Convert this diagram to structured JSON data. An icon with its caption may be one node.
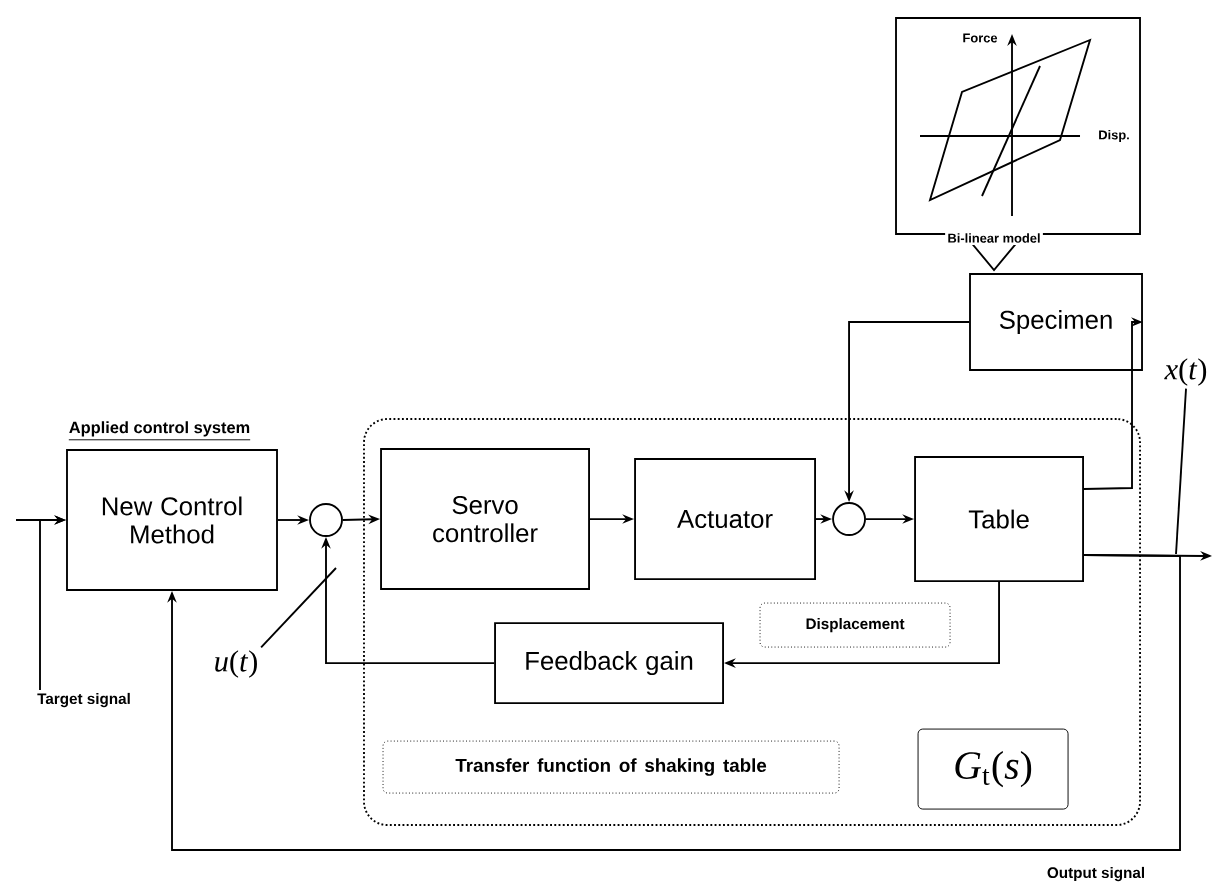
{
  "diagram": {
    "nodes": [
      {
        "text": [
          "Applied control system",
          "New Control Method"
        ]
      },
      {
        "text": [],
        "shape": "circle"
      },
      {
        "text": [],
        "shape": "box"
      },
      {
        "text": [
          "Servo controller"
        ],
        "in": 2
      },
      {
        "text": [
          "Actuator"
        ],
        "in": 2
      },
      {
        "text": [],
        "shape": "circle",
        "in": 2
      },
      {
        "text": [
          "Table"
        ],
        "in": 2
      },
      {
        "text": [
          "Feedback gain"
        ],
        "in": 2
      },
      {
        "text": [
          "Displacement"
        ],
        "in": 2
      },
      {
        "text": [
          "Transfer function of shaking table"
        ],
        "in": 2
      },
      {
        "text": [
          "*G*$_{t}$(*s*)"
        ],
        "in": 2
      },
      {
        "text": [
          "Specimen"
        ]
      },
      {
        "text": [
          "Force",
          "Disp.",
          "Bi-linear model"
        ]
      },
      {
        "text": [
          "Target signal"
        ]
      },
      {
        "text": [
          "*u*(*t*)"
        ]
      },
      {
        "text": [
          "*x*(*t*)"
        ]
      }
    ],
    "edges": [
      {
        "from": null,
        "to": 0,
        "arrow": "to"
      },
      {
        "from": 13,
        "to": 0,
        "arrow": "to"
      },
      {
        "from": 0,
        "to": 1,
        "arrow": "to"
      },
      {
        "from": 1,
        "to": 3,
        "arrow": "to"
      },
      {
        "from": 3,
        "to": 4,
        "arrow": "to"
      },
      {
        "from": 4,
        "to": 5,
        "arrow": "to"
      },
      {
        "from": 5,
        "to": 6,
        "arrow": "to"
      },
      {
        "from": 6,
        "to": 11,
        "arrow": "to"
      },
      {
        "from": 11,
        "to": 5,
        "arrow": "to"
      },
      {
        "from": 6,
        "to": 7,
        "arrow": "to"
      },
      {
        "from": 7,
        "to": 1,
        "arrow": "to"
      },
      {
        "from": 6,
        "to": null,
        "arrow": "to"
      },
      {
        "from": 6,
        "to": 0,
        "arrow": "to"
      },
      {
        "from": 14,
        "to": null,
        "arrow": "none"
      },
      {
        "from": 15,
        "to": null,
        "arrow": "none"
      }
    ],
    "labels": [
      "Output signal"
    ]
  }
}
